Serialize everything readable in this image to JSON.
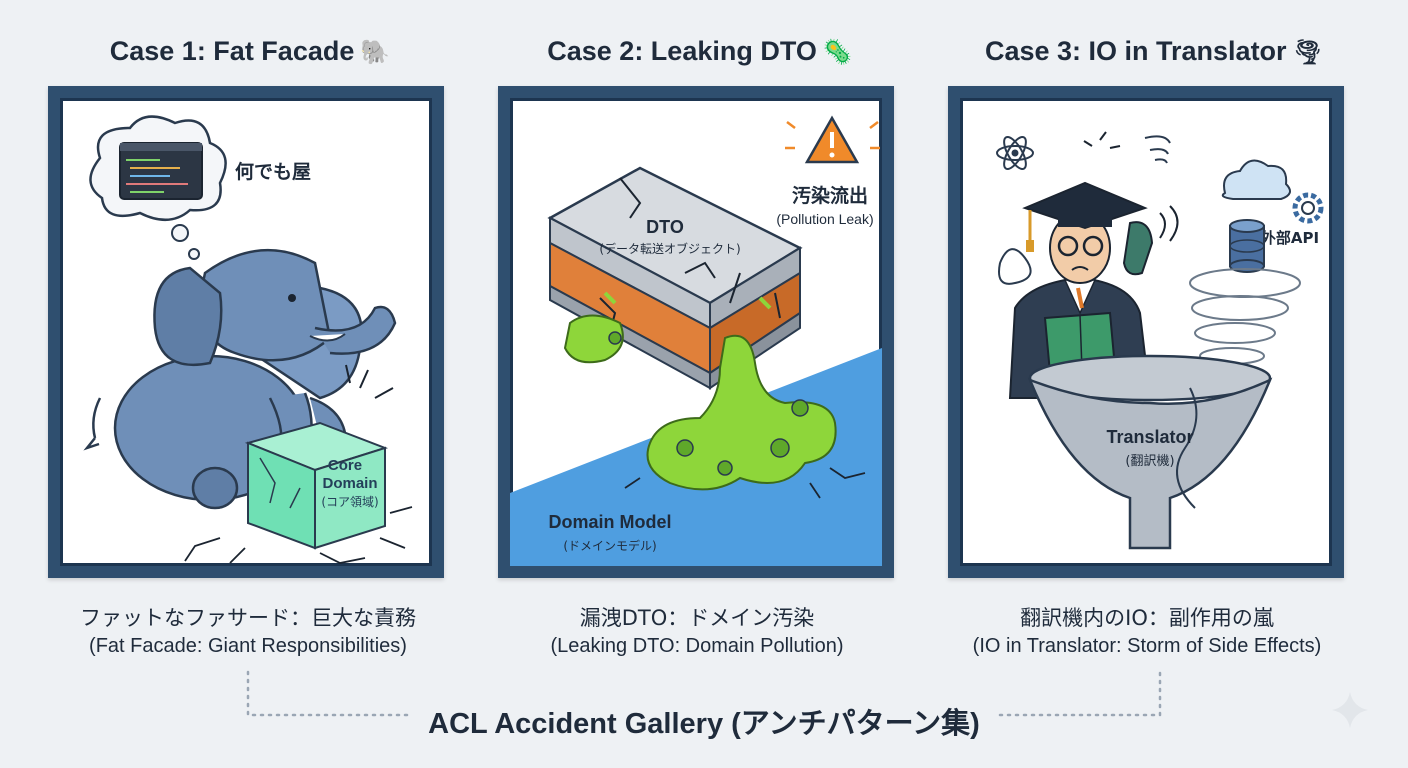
{
  "cases": [
    {
      "title": "Case 1: Fat Facade",
      "emoji": "🐘",
      "labels": {
        "thought": "何でも屋",
        "core_1": "Core",
        "core_2": "Domain",
        "core_3": "(コア領域)"
      },
      "caption_jp": "ファットなファサード：巨大な責務",
      "caption_en": "(Fat Facade: Giant Responsibilities)"
    },
    {
      "title": "Case 2: Leaking DTO",
      "emoji": "🦠",
      "labels": {
        "warning_jp": "汚染流出",
        "warning_en": "(Pollution Leak)",
        "dto": "DTO",
        "dto_sub": "(データ転送オブジェクト)",
        "domain": "Domain Model",
        "domain_sub": "(ドメインモデル)"
      },
      "caption_jp": "漏洩DTO：ドメイン汚染",
      "caption_en": "(Leaking DTO: Domain Pollution)"
    },
    {
      "title": "Case 3: IO in Translator",
      "emoji": "🌪",
      "labels": {
        "external": "外部API",
        "translator": "Translator",
        "translator_sub": "(翻訳機)"
      },
      "caption_jp": "翻訳機内のIO：副作用の嵐",
      "caption_en": "(IO in Translator: Storm of Side Effects)"
    }
  ],
  "gallery_title": "ACL Accident Gallery (アンチパターン集)",
  "colors": {
    "frame": "#2f4f6f",
    "elephant": "#6f8fb8",
    "core_box": "#6fe0b4",
    "slime": "#8ed63a",
    "domain_blue": "#4f9ee0",
    "dto_orange": "#e0803a",
    "warning": "#f08a2a"
  },
  "icons": [
    "elephant-icon",
    "microbe-icon",
    "tornado-icon",
    "warning-icon",
    "cloud-icon",
    "gear-icon",
    "database-icon",
    "atom-icon",
    "sparkle-icon"
  ]
}
